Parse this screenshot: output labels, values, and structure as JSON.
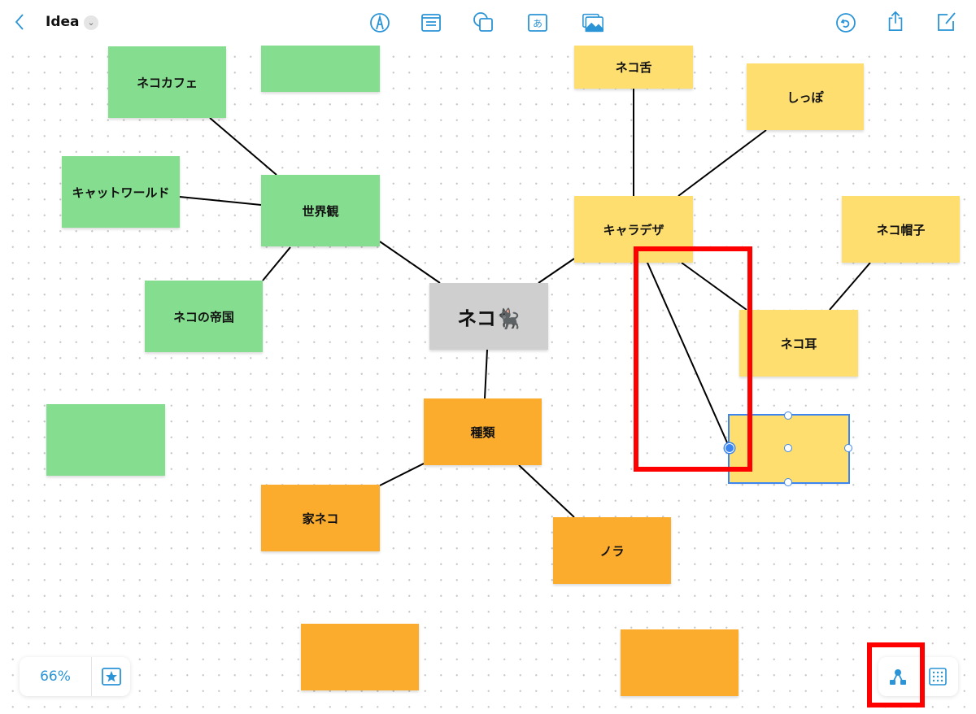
{
  "header": {
    "title": "Idea",
    "icons": [
      "back-icon",
      "title-menu-chevron-icon",
      "pen-icon",
      "text-box-icon",
      "shape-icon",
      "text-icon",
      "media-icon",
      "undo-icon",
      "share-icon",
      "new-board-icon"
    ]
  },
  "notes": [
    {
      "text": "ネコカフェ",
      "color": "#85de8f"
    },
    {
      "text": "",
      "color": "#85de8f"
    },
    {
      "text": "キャットワールド",
      "color": "#85de8f"
    },
    {
      "text": "世界観",
      "color": "#85de8f"
    },
    {
      "text": "ネコの帝国",
      "color": "#85de8f"
    },
    {
      "text": "",
      "color": "#85de8f"
    },
    {
      "text": "ネコ🐈‍⬛",
      "color": "#cfcfcf"
    },
    {
      "text": "種類",
      "color": "#fcac2c"
    },
    {
      "text": "家ネコ",
      "color": "#fcac2c"
    },
    {
      "text": "ノラ",
      "color": "#fcac2c"
    },
    {
      "text": "",
      "color": "#fcac2c"
    },
    {
      "text": "",
      "color": "#fcac2c"
    },
    {
      "text": "ネコ舌",
      "color": "#fede6e"
    },
    {
      "text": "しっぽ",
      "color": "#fede6e"
    },
    {
      "text": "キャラデザ",
      "color": "#fede6e"
    },
    {
      "text": "ネコ帽子",
      "color": "#fede6e"
    },
    {
      "text": "ネコ耳",
      "color": "#fede6e"
    },
    {
      "text": "",
      "color": "#fede6e"
    }
  ],
  "footer": {
    "zoom": "66%",
    "icons": [
      "favorite-star-icon",
      "connector-icon",
      "grid-icon"
    ]
  },
  "colors": {
    "accent": "#2a94d6",
    "highlight": "#ff0000",
    "selection": "#3d86f0"
  }
}
